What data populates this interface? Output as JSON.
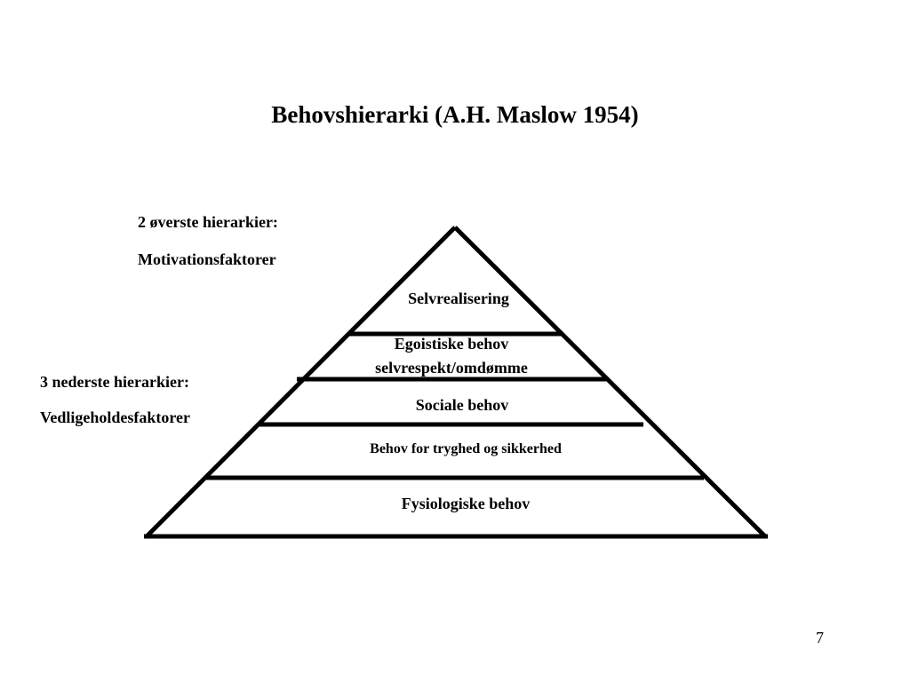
{
  "title": "Behovshierarki (A.H. Maslow 1954)",
  "notes": {
    "top_heading": "2 øverste hierarkier:",
    "top_label": "Motivationsfaktorer",
    "bottom_heading": "3 nederste hierarkier:",
    "bottom_label": "Vedligeholdesfaktorer"
  },
  "levels": [
    {
      "lines": [
        "Selvrealisering"
      ]
    },
    {
      "lines": [
        "Egoistiske behov",
        "selvrespekt/omdømme"
      ]
    },
    {
      "lines": [
        "Sociale behov"
      ]
    },
    {
      "lines": [
        "Behov for tryghed og sikkerhed"
      ]
    },
    {
      "lines": [
        "Fysiologiske behov"
      ]
    }
  ],
  "page_number": "7",
  "colors": {
    "line": "#000000",
    "background": "#ffffff"
  }
}
